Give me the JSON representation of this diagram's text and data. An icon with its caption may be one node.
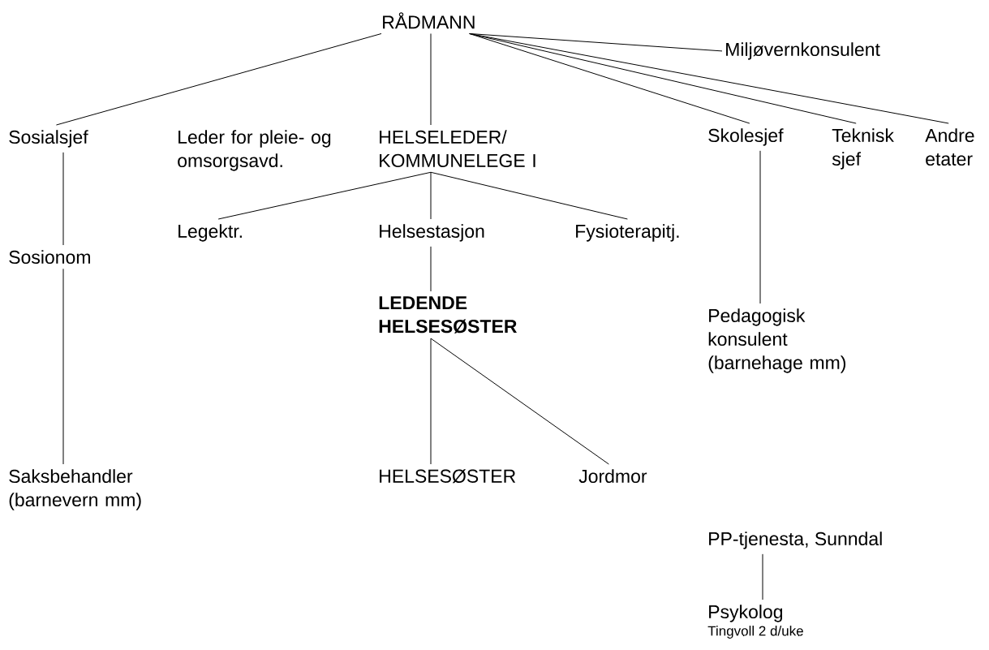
{
  "diagram": {
    "nodes": [
      {
        "text": [
          "RÅDMANN"
        ]
      },
      {
        "text": [
          "Miljøvernkonsulent"
        ]
      },
      {
        "text": [
          "Sosialsjef"
        ]
      },
      {
        "text": [
          "HELSELEDER/ KOMMUNELEGE I"
        ]
      },
      {
        "text": [
          "Skolesjef"
        ]
      },
      {
        "text": [
          "Teknisk sjef"
        ]
      },
      {
        "text": [
          "Andre etater"
        ]
      },
      {
        "text": [
          "Sosionom"
        ]
      },
      {
        "text": [
          "Legektr."
        ]
      },
      {
        "text": [
          "Helsestasjon"
        ]
      },
      {
        "text": [
          "Fysioterapitj."
        ]
      },
      {
        "text": [
          "LEDENDE HELSESØSTER"
        ]
      },
      {
        "text": [
          "Pedagogisk konsulent (barnehage mm)"
        ]
      },
      {
        "text": [
          "Saksbehandler (barnevern mm)"
        ]
      },
      {
        "text": [
          "HELSESØSTER"
        ]
      },
      {
        "text": [
          "Jordmor"
        ]
      },
      {
        "text": [
          "PP-tjenesta, Sunndal"
        ]
      },
      {
        "text": [
          "Psykolog"
        ],
        "beside": [
          "Tingvoll 2 d/uke"
        ]
      }
    ],
    "edges": [
      {
        "from": 0,
        "to": 1,
        "arrow": "none"
      },
      {
        "from": 0,
        "to": 2,
        "arrow": "none"
      },
      {
        "from": 0,
        "to": 3,
        "arrow": "none"
      },
      {
        "from": 0,
        "to": 4,
        "arrow": "none"
      },
      {
        "from": 0,
        "to": 5,
        "arrow": "none"
      },
      {
        "from": 0,
        "to": 6,
        "arrow": "none"
      },
      {
        "from": 2,
        "to": 7,
        "arrow": "none"
      },
      {
        "from": 7,
        "to": 13,
        "arrow": "none"
      },
      {
        "from": 3,
        "to": 8,
        "arrow": "none"
      },
      {
        "from": 3,
        "to": 9,
        "arrow": "none"
      },
      {
        "from": 3,
        "to": 10,
        "arrow": "none"
      },
      {
        "from": 9,
        "to": 11,
        "arrow": "none"
      },
      {
        "from": 11,
        "to": 14,
        "arrow": "none"
      },
      {
        "from": 11,
        "to": 15,
        "arrow": "none"
      },
      {
        "from": 4,
        "to": 12,
        "arrow": "none"
      },
      {
        "from": 16,
        "to": 17,
        "arrow": "none"
      }
    ],
    "labels": [
      "Leder for pleie- og omsorgsavd."
    ]
  }
}
